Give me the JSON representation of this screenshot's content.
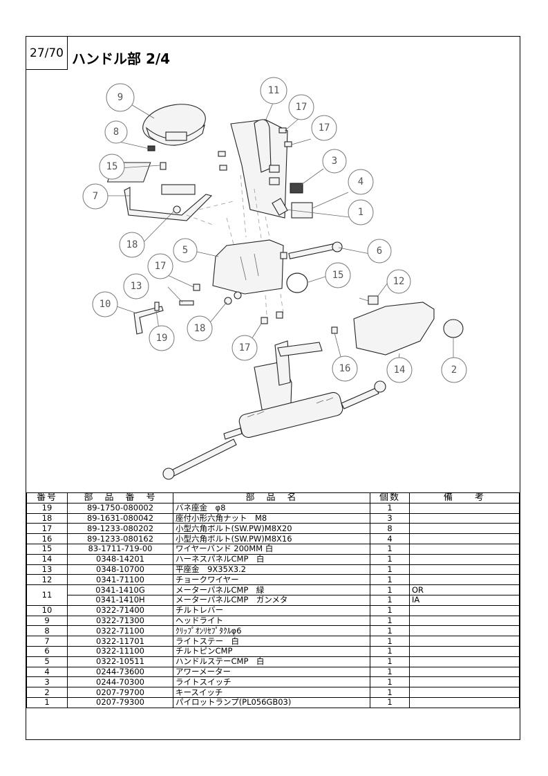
{
  "header": {
    "page_number": "27/70",
    "title": "ハンドル部  2/4"
  },
  "callouts": [
    "1",
    "2",
    "3",
    "4",
    "5",
    "6",
    "7",
    "8",
    "9",
    "10",
    "11",
    "12",
    "13",
    "14",
    "15",
    "16",
    "17",
    "17",
    "17",
    "17",
    "18",
    "18",
    "19"
  ],
  "table": {
    "headers": [
      "番号",
      "部　品　番　号",
      "部　品　名",
      "個数",
      "備　　考"
    ],
    "rows": [
      {
        "no": "19",
        "part_no": "89-1750-080002",
        "name": "バネ座金　φ8",
        "qty": "1",
        "remarks": ""
      },
      {
        "no": "18",
        "part_no": "89-1631-080042",
        "name": "座付小形六角ナット　M8",
        "qty": "3",
        "remarks": ""
      },
      {
        "no": "17",
        "part_no": "89-1233-080202",
        "name": "小型六角ボルト(SW.PW)M8X20",
        "qty": "8",
        "remarks": ""
      },
      {
        "no": "16",
        "part_no": "89-1233-080162",
        "name": "小型六角ボルト(SW.PW)M8X16",
        "qty": "4",
        "remarks": ""
      },
      {
        "no": "15",
        "part_no": "83-1711-719-00",
        "name": "ワイヤーバンド 200MM 白",
        "qty": "1",
        "remarks": ""
      },
      {
        "no": "14",
        "part_no": "0348-14201",
        "name": "ハーネスパネルCMP　白",
        "qty": "1",
        "remarks": ""
      },
      {
        "no": "13",
        "part_no": "0348-10700",
        "name": "平座金　9X35X3.2",
        "qty": "1",
        "remarks": ""
      },
      {
        "no": "12",
        "part_no": "0341-71100",
        "name": "チョークワイヤー",
        "qty": "1",
        "remarks": ""
      },
      {
        "no": "11",
        "part_no": "0341-1410G",
        "name": "メーターパネルCMP　緑",
        "qty": "1",
        "remarks": "OR"
      },
      {
        "no": "",
        "part_no": "0341-1410H",
        "name": "メーターパネルCMP　ガンメタ",
        "qty": "1",
        "remarks": "IA"
      },
      {
        "no": "10",
        "part_no": "0322-71400",
        "name": "チルトレバー",
        "qty": "1",
        "remarks": ""
      },
      {
        "no": "9",
        "part_no": "0322-71300",
        "name": "ヘッドライト",
        "qty": "1",
        "remarks": ""
      },
      {
        "no": "8",
        "part_no": "0322-71100",
        "name": "ｸﾘｯﾌﾟｵﾝﾘｾﾌﾟﾀｸﾙφ6",
        "qty": "1",
        "remarks": ""
      },
      {
        "no": "7",
        "part_no": "0322-11701",
        "name": "ライトステー　白",
        "qty": "1",
        "remarks": ""
      },
      {
        "no": "6",
        "part_no": "0322-11100",
        "name": "チルトピンCMP",
        "qty": "1",
        "remarks": ""
      },
      {
        "no": "5",
        "part_no": "0322-10511",
        "name": "ハンドルステーCMP　白",
        "qty": "1",
        "remarks": ""
      },
      {
        "no": "4",
        "part_no": "0244-73600",
        "name": "アワーメーター",
        "qty": "1",
        "remarks": ""
      },
      {
        "no": "3",
        "part_no": "0244-70300",
        "name": "ライトスイッチ",
        "qty": "1",
        "remarks": ""
      },
      {
        "no": "2",
        "part_no": "0207-79700",
        "name": "キースイッチ",
        "qty": "1",
        "remarks": ""
      },
      {
        "no": "1",
        "part_no": "0207-79300",
        "name": "パイロットランプ(PL056GB03)",
        "qty": "1",
        "remarks": ""
      }
    ]
  }
}
